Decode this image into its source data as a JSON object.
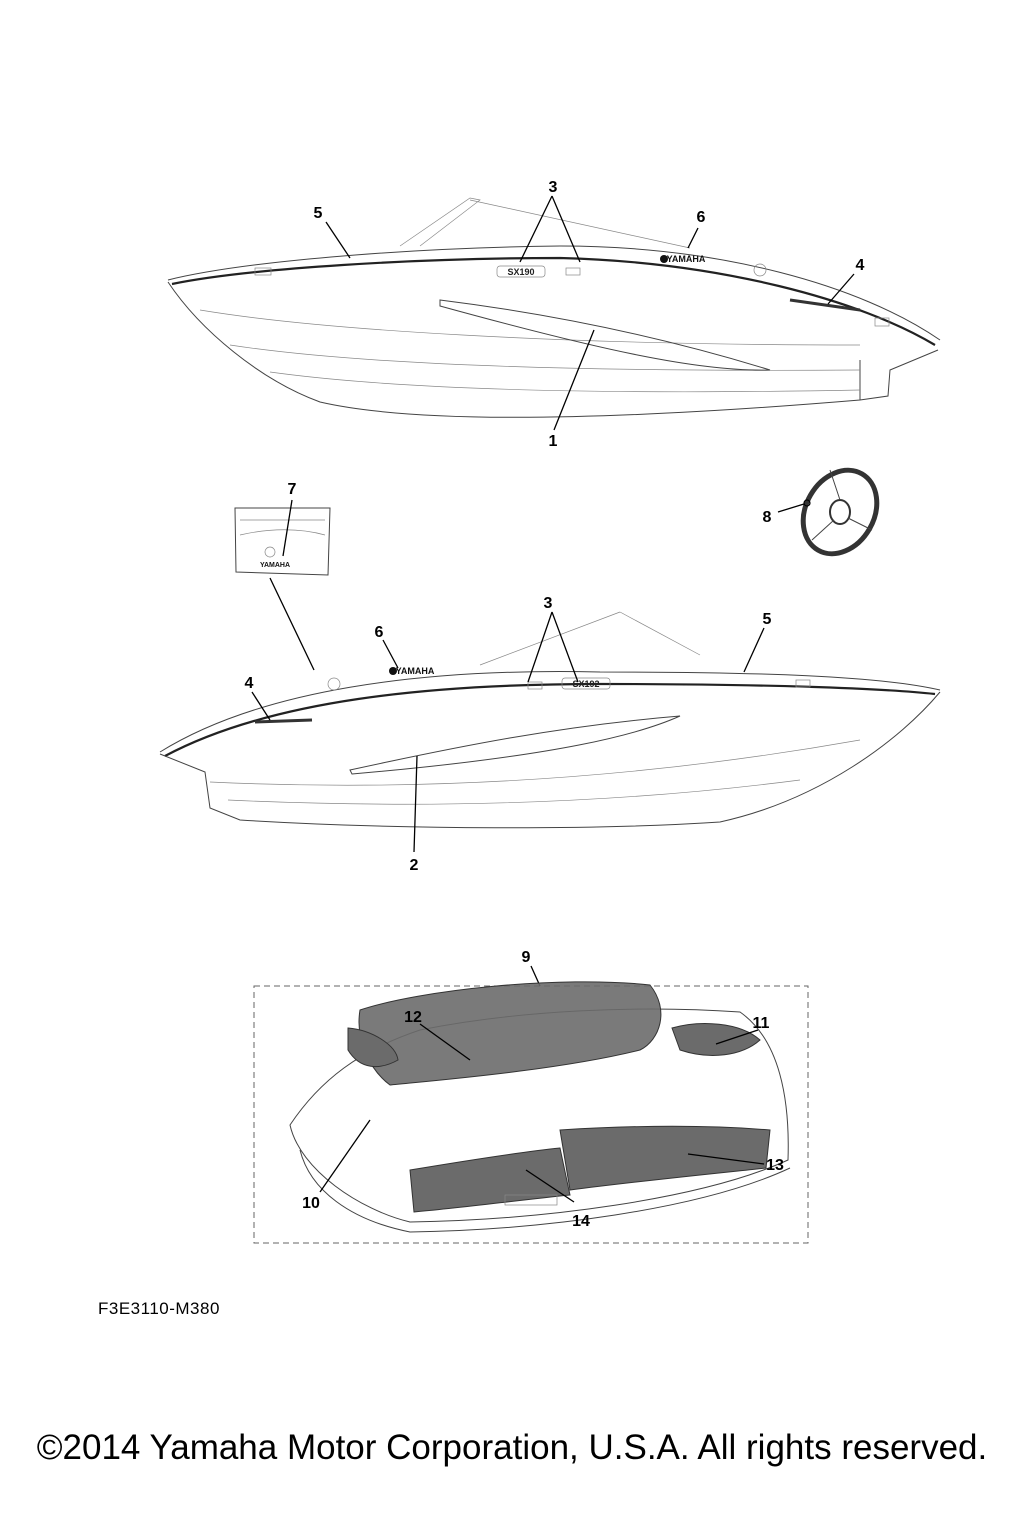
{
  "diagram": {
    "callouts": {
      "c1": "1",
      "c2": "2",
      "c3a": "3",
      "c3b": "3",
      "c4a": "4",
      "c4b": "4",
      "c5a": "5",
      "c5b": "5",
      "c6a": "6",
      "c6b": "6",
      "c7": "7",
      "c8": "8",
      "c9": "9",
      "c10": "10",
      "c11": "11",
      "c12": "12",
      "c13": "13",
      "c14": "14"
    },
    "decals": {
      "model_badge_1": "SX190",
      "model_badge_2": "SX192",
      "brand_1": "YAMAHA",
      "brand_2": "YAMAHA",
      "brand_3": "YAMAHA"
    }
  },
  "footer": {
    "drawing_code": "F3E3110-M380",
    "copyright": "©2014 Yamaha Motor Corporation, U.S.A. All rights reserved."
  }
}
